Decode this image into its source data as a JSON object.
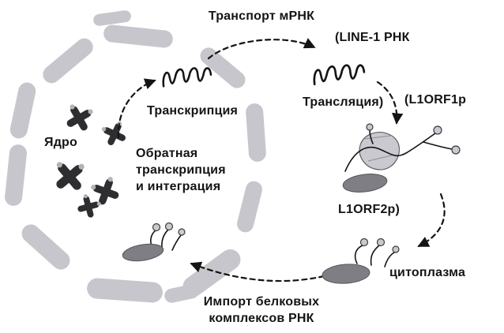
{
  "diagram": {
    "labels": {
      "mrna_transport": "Транспорт мРНК",
      "line1_rna": "(LINE-1 РНК",
      "transcription": "Транскрипция",
      "translation": "Трансляция)",
      "l1orf1p": "(L1ORF1p",
      "l1orf2p": "L1ORF2p)",
      "nucleus": "Ядро",
      "reverse_transcription": {
        "line1": "Обратная",
        "line2": "транскрипция",
        "line3": "и интеграция"
      },
      "cytoplasm": "цитоплазма",
      "rna_import": {
        "line1": "Импорт белковых",
        "line2": "комплексов РНК"
      }
    },
    "colors": {
      "membrane": "#c6c6cc",
      "chromosome": "#2e2e31",
      "ribosome": "#7e7e84",
      "protein_blob": "#c9c9cf",
      "ink": "#141414"
    }
  }
}
